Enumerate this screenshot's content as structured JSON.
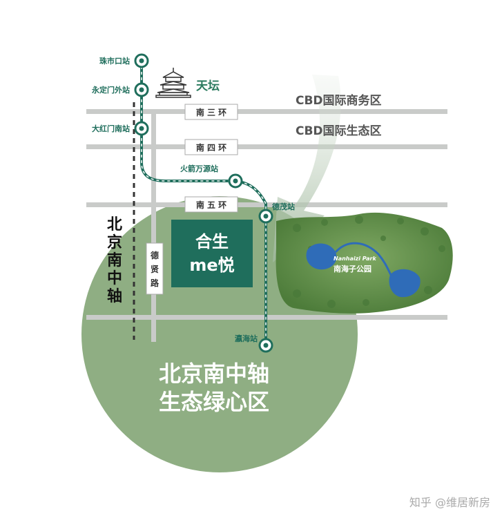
{
  "landmark": {
    "name": "天坛"
  },
  "districts": [
    "CBD国际商务区",
    "CBD国际生态区"
  ],
  "ring_roads": [
    "南 三 环",
    "南 四 环",
    "南 五 环"
  ],
  "side_road": {
    "chars": [
      "德",
      "贤",
      "路"
    ]
  },
  "axis_label": {
    "chars": [
      "北",
      "京",
      "南",
      "中",
      "轴"
    ]
  },
  "stations": {
    "zhushikou": "珠市口站",
    "yongdingmenwai": "永定门外站",
    "dahongmen": "大红门南站",
    "huojianwanyuan": "火箭万源站",
    "demao": "德茂站",
    "yinghai": "瀛海站"
  },
  "project": {
    "line1": "合生",
    "line2": "me悦"
  },
  "zone": {
    "line1": "北京南中轴",
    "line2": "生态绿心区"
  },
  "park": {
    "name_en": "Nanhaizi Park",
    "name_cn": "南海子公园"
  },
  "watermark": "知乎 @维居新房",
  "colors": {
    "zone_green": "#8fae83",
    "metro_line": "#1f6e5c",
    "project_box": "#1f6e5c",
    "road_gray": "#c9cbc9",
    "axis_dash": "#333333",
    "park_green": "#5f9048",
    "lake_blue": "#2f6cb8",
    "label_green": "#2a7a5e"
  }
}
